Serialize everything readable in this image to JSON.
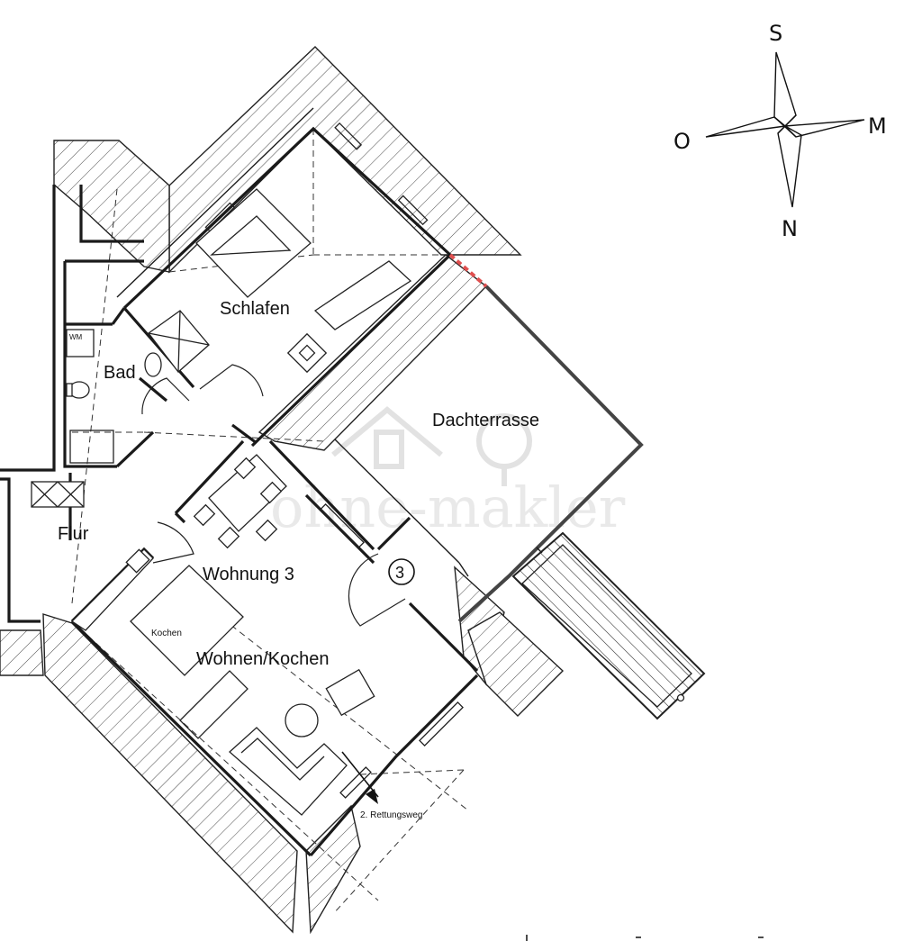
{
  "rooms": {
    "schlafen": "Schlafen",
    "bad": "Bad",
    "dachterrasse": "Dachterrasse",
    "flur": "Flur",
    "wohnung": "Wohnung 3",
    "wohnen_kochen": "Wohnen/Kochen",
    "kochen": "Kochen"
  },
  "fixtures": {
    "wm": "WM"
  },
  "marker": {
    "unit_number": "3"
  },
  "annotations": {
    "escape_route": "2. Rettungsweg"
  },
  "compass": {
    "top": "S",
    "right": "M",
    "left": "O",
    "bottom": "N"
  },
  "watermark": {
    "text": "ohne-makler"
  }
}
